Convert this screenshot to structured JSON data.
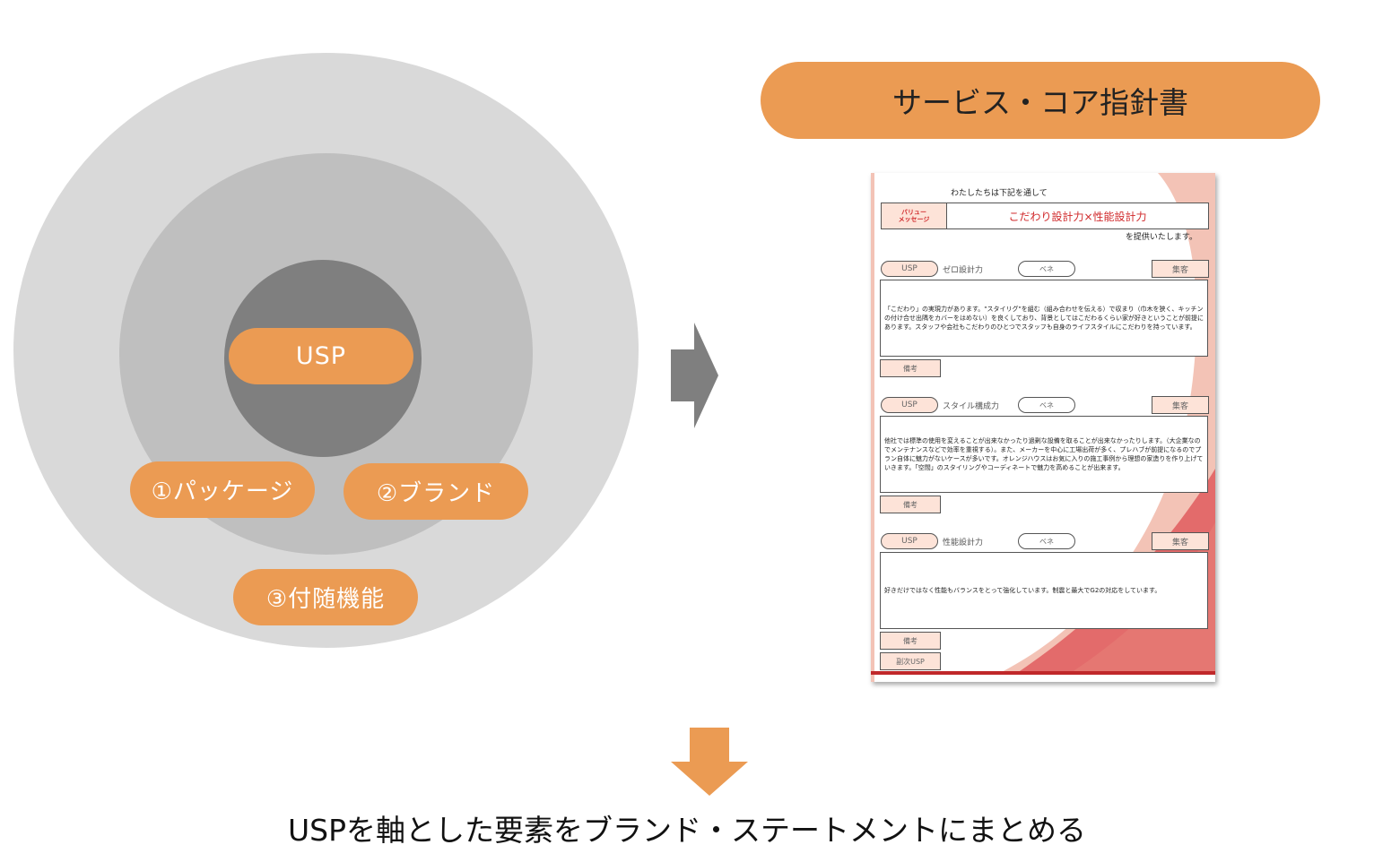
{
  "diagram": {
    "core_label": "USP",
    "ring_items": [
      "①パッケージ",
      "②ブランド",
      "③付随機能"
    ]
  },
  "title": "サービス・コア指針書",
  "document": {
    "lead": "わたしたちは下記を通して",
    "value_message_label_line1": "バリュー",
    "value_message_label_line2": "メッセージ",
    "value_message": "こだわり設計力×性能設計力",
    "provide": "を提供いたします。",
    "sections": [
      {
        "usp_label": "USP",
        "name": "ゼロ設計力",
        "bene_label": "ベネ",
        "tag": "集客",
        "description": "「こだわり」の実現力があります。\"スタイリグ\"を組む（組み合わせを伝える）で収まり（巾木を狭く、キッチンの付け合せ出隅をカバーをはめない）を良くしており、背景としてはこだわるくらい家が好きということが前提にあります。スタッフや会社もこだわりのひとつでスタッフも自身のライフスタイルにこだわりを持っています。",
        "memo": "備考"
      },
      {
        "usp_label": "USP",
        "name": "スタイル構成力",
        "bene_label": "ベネ",
        "tag": "集客",
        "description": "他社では標準の使用を変えることが出来なかったり過剰な設備を取ることが出来なかったりします。（大企業なのでメンテナンスなどで効率を重視する）。また、メーカーを中心に工場出荷が多く、プレハブが前提になるのでプラン自体に魅力がないケースが多いです。オレンジハウスはお気に入りの施工事例から理想の家造りを作り上げていきます。「空間」のスタイリングやコーディネートで魅力を高めることが出来ます。",
        "memo": "備考"
      },
      {
        "usp_label": "USP",
        "name": "性能設計力",
        "bene_label": "ベネ",
        "tag": "集客",
        "description": "好きだけではなく性能もバランスをとって強化しています。制震と最大でG2の対応をしています。",
        "memo": "備考"
      }
    ],
    "sub_usp": "副次USP"
  },
  "caption": "USPを軸とした要素をブランド・ステートメントにまとめる",
  "colors": {
    "accent_orange": "#eb9b53",
    "outer_gray": "#d9d9d9",
    "middle_gray": "#bfbfbf",
    "inner_gray": "#7f7f7f",
    "arrow_gray": "#7f7f7f",
    "doc_red": "#d0292b"
  }
}
